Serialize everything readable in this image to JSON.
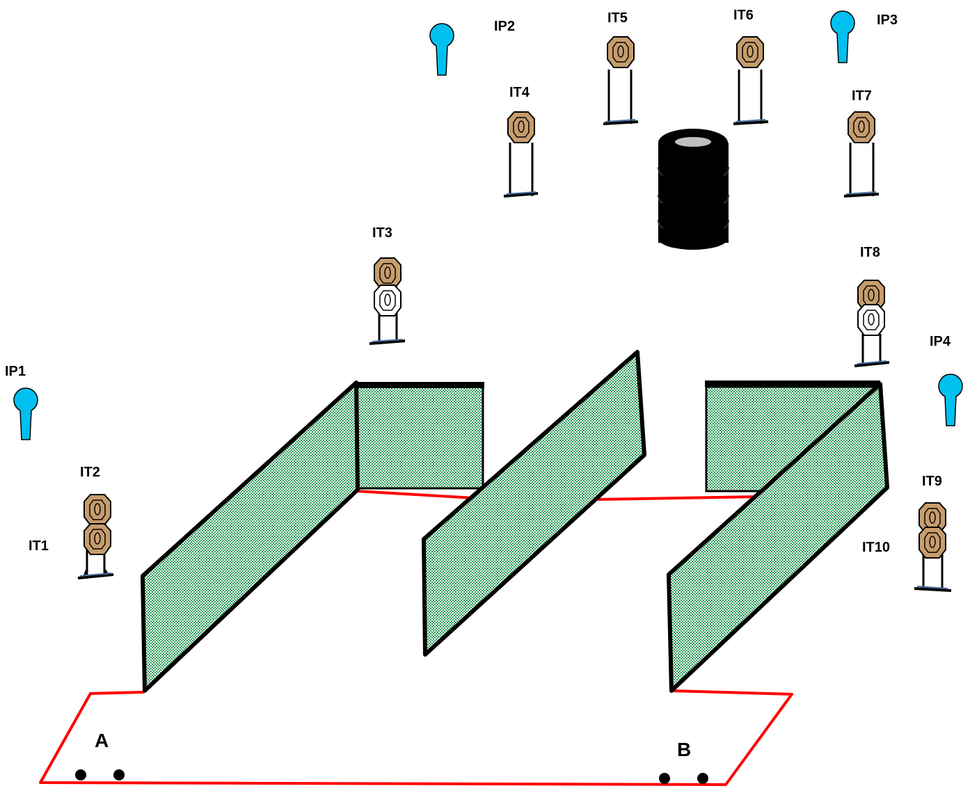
{
  "colors": {
    "fault_line": "#ff0000",
    "wall_fill": "#2e9e5b",
    "wall_edge": "#000000",
    "target_fill": "#c69c6d",
    "no_shoot_fill": "#ffffff",
    "popper_fill": "#00c0f0",
    "barrel_fill": "#000000",
    "barrel_top": "#bfbfbf",
    "stand_base": "#4a6fa5"
  },
  "positions": {
    "a": "A",
    "b": "B"
  },
  "poppers": {
    "ip1": "IP1",
    "ip2": "IP2",
    "ip3": "IP3",
    "ip4": "IP4"
  },
  "targets": {
    "it1": "IT1",
    "it2": "IT2",
    "it3": "IT3",
    "it4": "IT4",
    "it5": "IT5",
    "it6": "IT6",
    "it7": "IT7",
    "it8": "IT8",
    "it9": "IT9",
    "it10": "IT10"
  },
  "icons": {
    "paper_target": "octagon-target-icon",
    "no_shoot": "white-octagon-target-icon",
    "popper": "popper-icon",
    "barrel": "tire-stack-icon",
    "start_mark": "dot-icon"
  }
}
